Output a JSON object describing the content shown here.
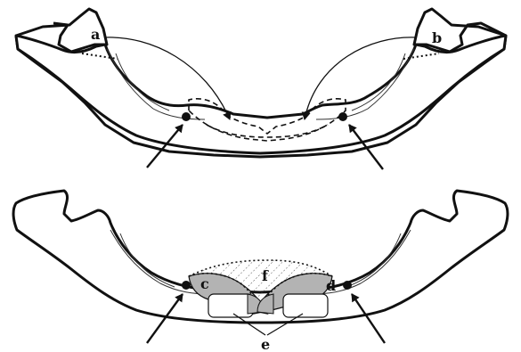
{
  "labels": {
    "a": "a",
    "b": "b",
    "c": "c",
    "d": "d",
    "e": "e",
    "f": "f"
  },
  "colors": {
    "graft": "#b3b3b3",
    "outline": "#111111",
    "background": "#ffffff"
  }
}
